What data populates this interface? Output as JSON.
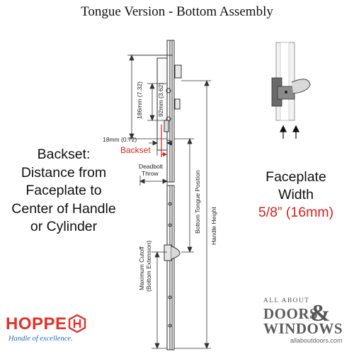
{
  "title": "Tongue Version - Bottom Assembly",
  "backset_note": {
    "lines": [
      "Backset:",
      "Distance from",
      "Faceplate to",
      "Center of Handle",
      "or Cylinder"
    ]
  },
  "faceplate_note": {
    "line1": "Faceplate",
    "line2": "Width",
    "size": "5/8” (16mm)"
  },
  "diagram_labels": {
    "dim_186": "186mm (7.32)",
    "dim_92": "92mm (3.62)",
    "dim_18": "18mm (0.72)",
    "backset": "Backset",
    "deadbolt_line1": "Deadbolt",
    "deadbolt_line2": "Throw",
    "bottom_tongue": "Bottom Tongue Position",
    "handle_height": "Handle Height",
    "max_cutoff_line1": "Maximum Cutoff",
    "max_cutoff_line2": "(Bottom Extension)"
  },
  "brand": {
    "name": "HOPPE",
    "tagline": "Handle of excellence.",
    "color": "#e2322b",
    "tagline_color": "#1f6fb8"
  },
  "retailer": {
    "line1": "ALL ABOUT",
    "line2": "DOORS",
    "amp": "&",
    "line3": "WINDOWS",
    "url": "allaboutdoors.com"
  },
  "colors": {
    "accent_red": "#d8211f",
    "line": "#333333"
  }
}
